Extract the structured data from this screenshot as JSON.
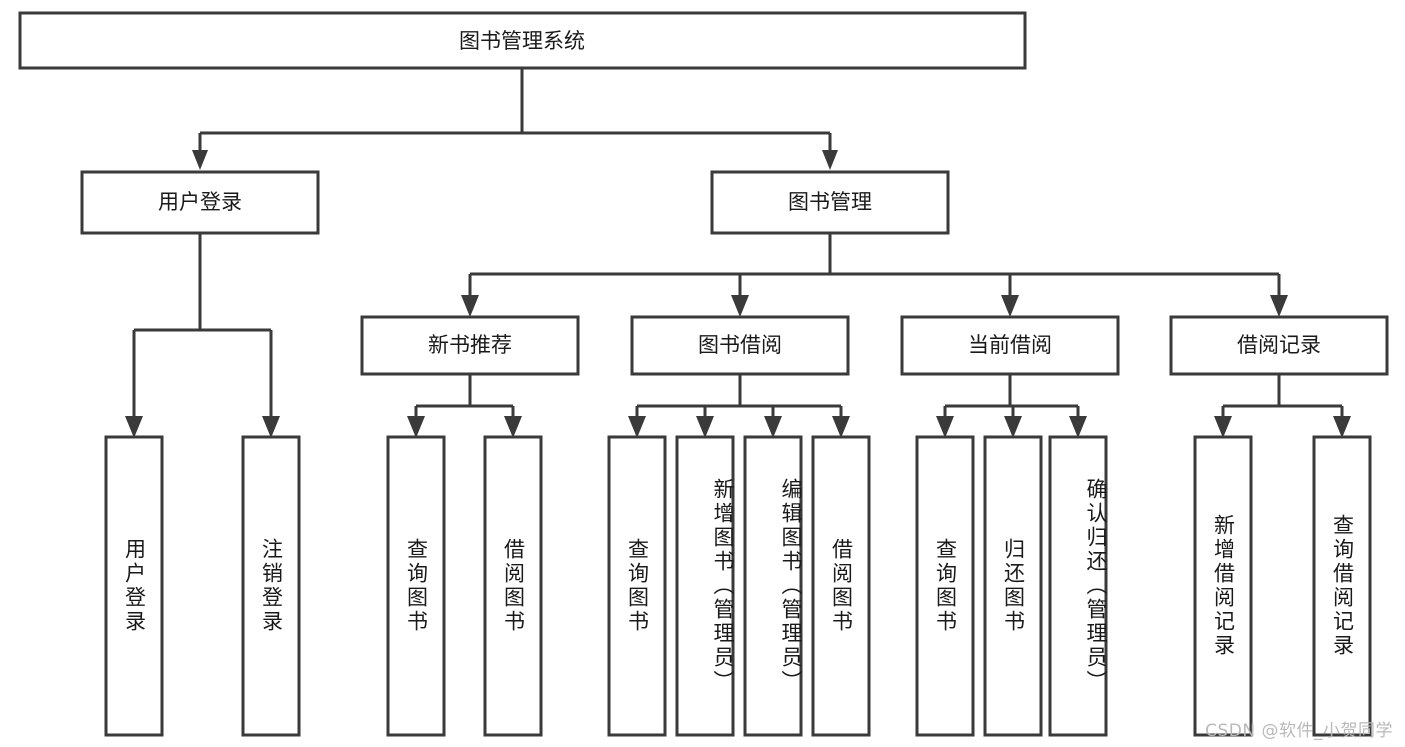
{
  "diagram": {
    "title": "图书管理系统",
    "watermark": "CSDN @软件_小贺同学",
    "colors": {
      "stroke": "#3a3a3a",
      "box_fill": "#ffffff",
      "text": "#1a1a1a",
      "background": "#ffffff",
      "watermark": "#b9b9b9"
    },
    "root": {
      "label": "图书管理系统"
    },
    "level2": [
      {
        "label": "用户登录"
      },
      {
        "label": "图书管理"
      }
    ],
    "level3": [
      {
        "label": "新书推荐"
      },
      {
        "label": "图书借阅"
      },
      {
        "label": "当前借阅"
      },
      {
        "label": "借阅记录"
      }
    ],
    "leaves": {
      "user_login": [
        {
          "label": "用户登录"
        },
        {
          "label": "注销登录"
        }
      ],
      "new_book": [
        {
          "label": "查询图书"
        },
        {
          "label": "借阅图书"
        }
      ],
      "book_borrow": [
        {
          "label": "查询图书"
        },
        {
          "label": "新增图书（管理员）"
        },
        {
          "label": "编辑图书（管理员）"
        },
        {
          "label": "借阅图书"
        }
      ],
      "current_borrow": [
        {
          "label": "查询图书"
        },
        {
          "label": "归还图书"
        },
        {
          "label": "确认归还（管理员）"
        }
      ],
      "borrow_record": [
        {
          "label": "新增借阅记录"
        },
        {
          "label": "查询借阅记录"
        }
      ]
    }
  }
}
